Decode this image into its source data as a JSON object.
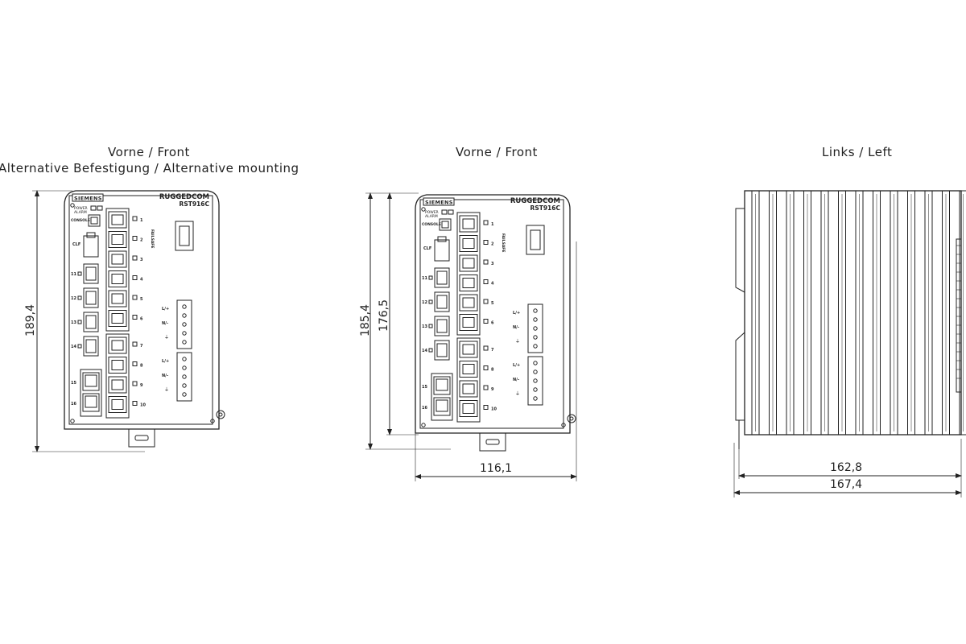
{
  "views": {
    "front_alt": {
      "title": "Vorne / Front",
      "subtitle": "Alternative Befestigung / Alternative mounting"
    },
    "front": {
      "title": "Vorne / Front"
    },
    "left": {
      "title": "Links / Left"
    }
  },
  "device": {
    "brand": "SIEMENS",
    "product_line": "RUGGEDCOM",
    "model": "RST916C",
    "labels": {
      "power": "POWER",
      "alarm": "ALARM",
      "console": "CONSOLE",
      "clf": "CLF",
      "failsafe": "FAILSAFE",
      "l_plus": "L/+",
      "n_minus": "N/-",
      "ground": "⏚"
    },
    "ports_right": [
      "1",
      "2",
      "3",
      "4",
      "5",
      "6",
      "7",
      "8",
      "9",
      "10"
    ],
    "ports_left": [
      "11",
      "12",
      "13",
      "14",
      "15",
      "16"
    ]
  },
  "dimensions": {
    "front_alt_height": "189,4",
    "front_outer_height": "185,4",
    "front_inner_height": "176,5",
    "front_width": "116,1",
    "left_depth_inner": "162,8",
    "left_depth_outer": "167,4"
  },
  "colors": {
    "line": "#222222",
    "fill": "#ffffff",
    "hatch": "#555555"
  }
}
